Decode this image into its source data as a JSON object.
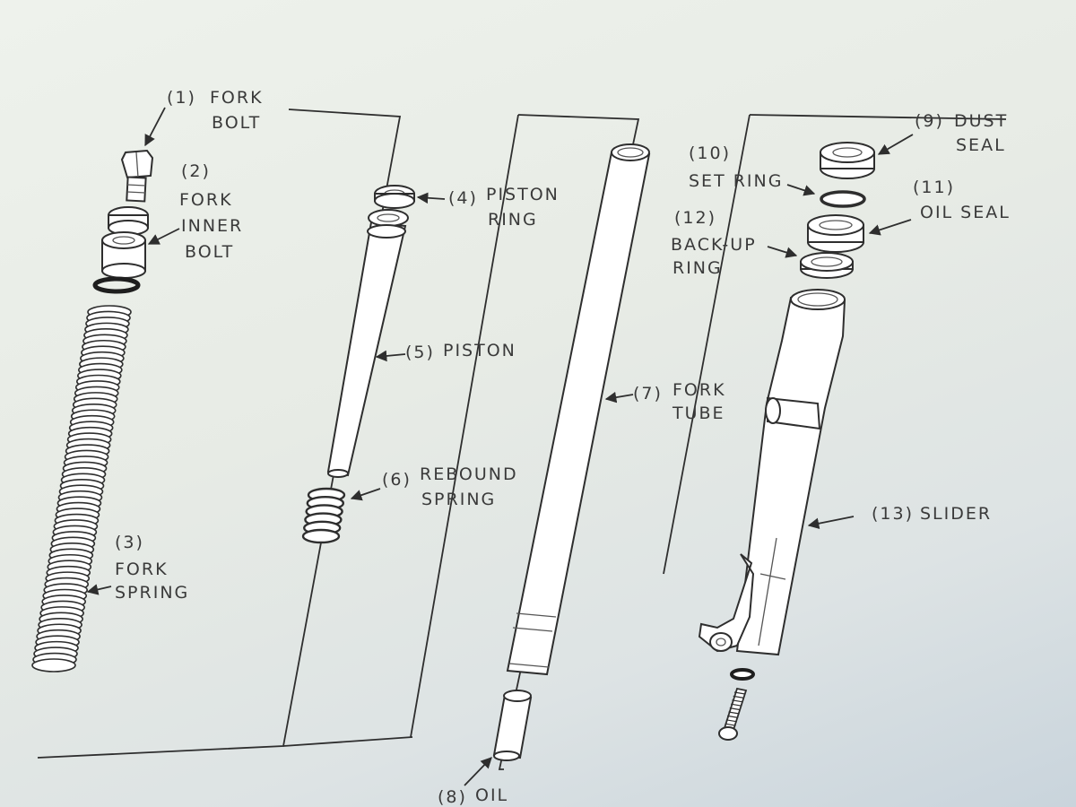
{
  "labels": {
    "p1_num": "(1)",
    "p1_a": "FORK",
    "p1_b": "BOLT",
    "p2_num": "(2)",
    "p2_a": "FORK",
    "p2_b": "INNER",
    "p2_c": "BOLT",
    "p3_num": "(3)",
    "p3_a": "FORK",
    "p3_b": "SPRING",
    "p4_num": "(4)",
    "p4_a": "PISTON",
    "p4_b": "RING",
    "p5_num": "(5)",
    "p5_a": "PISTON",
    "p6_num": "(6)",
    "p6_a": "REBOUND",
    "p6_b": "SPRING",
    "p7_num": "(7)",
    "p7_a": "FORK",
    "p7_b": "TUBE",
    "p8_num": "(8)",
    "p8_a": "OIL",
    "p9_num": "(9)",
    "p9_a": "DUST",
    "p9_b": "SEAL",
    "p10_num": "(10)",
    "p10_a": "SET RING",
    "p11_num": "(11)",
    "p11_a": "OIL SEAL",
    "p12_num": "(12)",
    "p12_a": "BACK-UP",
    "p12_b": "RING",
    "p13_num": "(13)",
    "p13_a": "SLIDER"
  }
}
